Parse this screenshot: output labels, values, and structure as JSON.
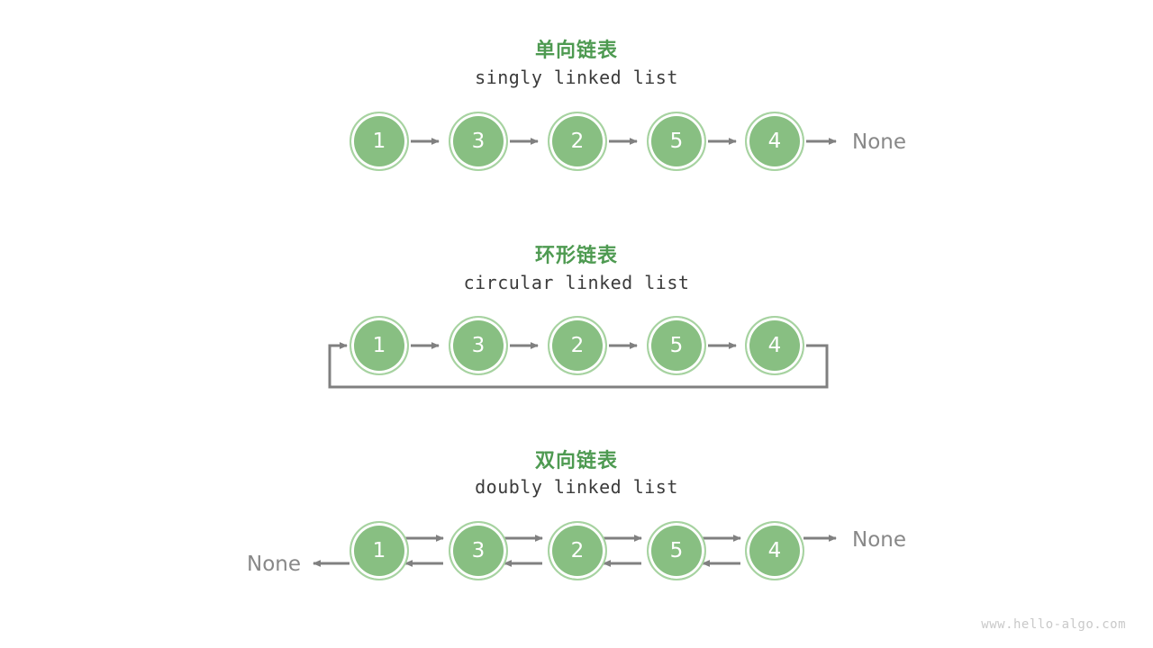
{
  "colors": {
    "node_fill": "#88bf82",
    "node_ring": "#a7d3a1",
    "title_green": "#4e9a51",
    "arrow_gray": "#808080",
    "none_gray": "#888888",
    "subtitle_gray": "#3b3b3b",
    "watermark_gray": "#c9c9c9",
    "background": "#ffffff"
  },
  "sections": [
    {
      "id": "singly",
      "title": "单向链表",
      "subtitle": "singly linked list",
      "nodes": [
        "1",
        "3",
        "2",
        "5",
        "4"
      ],
      "tail_label": "None",
      "head_label": null
    },
    {
      "id": "circular",
      "title": "环形链表",
      "subtitle": "circular linked list",
      "nodes": [
        "1",
        "3",
        "2",
        "5",
        "4"
      ],
      "tail_label": null,
      "head_label": null
    },
    {
      "id": "doubly",
      "title": "双向链表",
      "subtitle": "doubly linked list",
      "nodes": [
        "1",
        "3",
        "2",
        "5",
        "4"
      ],
      "tail_label": "None",
      "head_label": "None"
    }
  ],
  "watermark": "www.hello-algo.com"
}
